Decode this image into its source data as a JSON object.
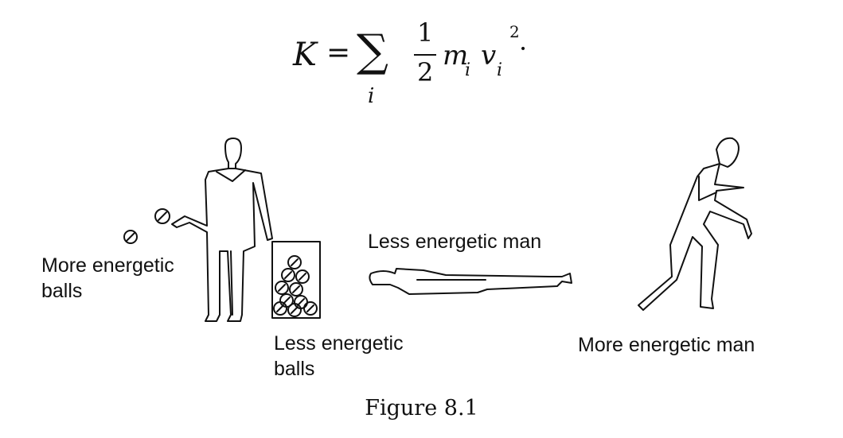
{
  "formula": {
    "K": "K",
    "equals": "=",
    "sum": "∑",
    "sum_index": "i",
    "numerator": "1",
    "denominator": "2",
    "m": "m",
    "m_sub": "i",
    "v": "v",
    "v_sub": "i",
    "exponent": "2",
    "terminator": "·"
  },
  "labels": {
    "more_energetic_balls": "More energetic\nballs",
    "less_energetic_balls": "Less energetic\nballs",
    "less_energetic_man": "Less energetic man",
    "more_energetic_man": "More energetic man"
  },
  "caption": "Figure 8.1",
  "colors": {
    "ink": "#111111",
    "background": "#ffffff"
  }
}
